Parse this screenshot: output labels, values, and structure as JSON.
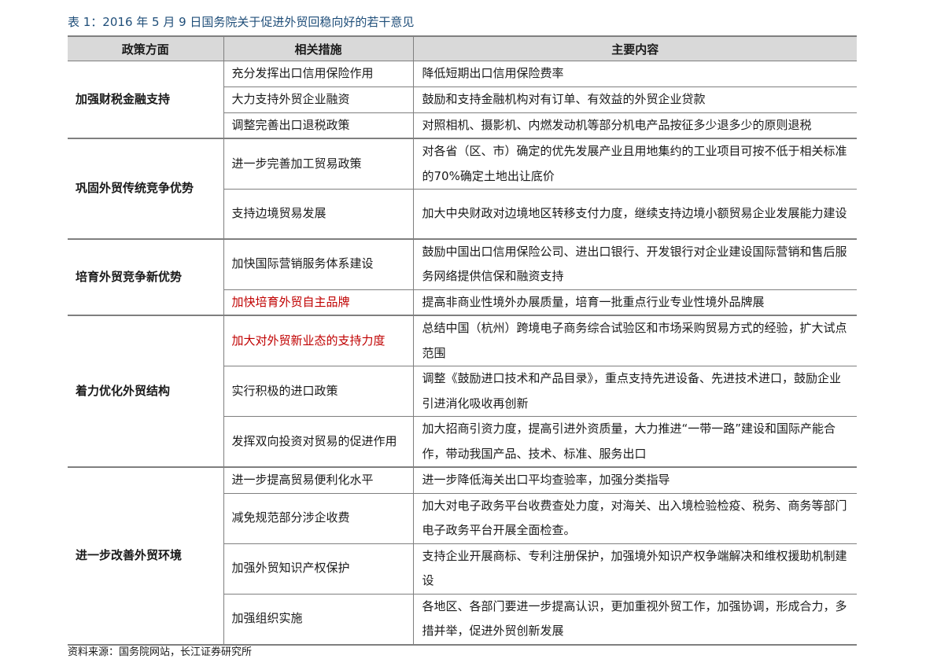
{
  "caption": "表 1：2016 年 5 月 9 日国务院关于促进外贸回稳向好的若干意见",
  "headers": [
    "政策方面",
    "相关措施",
    "主要内容"
  ],
  "groups": [
    {
      "category": "加强财税金融支持",
      "rows": [
        {
          "measure": "充分发挥出口信用保险作用",
          "content": "降低短期出口信用保险费率"
        },
        {
          "measure": "大力支持外贸企业融资",
          "content": "鼓励和支持金融机构对有订单、有效益的外贸企业贷款"
        },
        {
          "measure": "调整完善出口退税政策",
          "content": "对照相机、摄影机、内燃发动机等部分机电产品按征多少退多少的原则退税"
        }
      ]
    },
    {
      "category": "巩固外贸传统竞争优势",
      "rows": [
        {
          "measure": "进一步完善加工贸易政策",
          "content": "对各省（区、市）确定的优先发展产业且用地集约的工业项目可按不低于相关标准的70%确定土地出让底价"
        },
        {
          "measure": "支持边境贸易发展",
          "content": "加大中央财政对边境地区转移支付力度，继续支持边境小额贸易企业发展能力建设"
        }
      ]
    },
    {
      "category": "培育外贸竞争新优势",
      "rows": [
        {
          "measure": "加快国际营销服务体系建设",
          "content": "鼓励中国出口信用保险公司、进出口银行、开发银行对企业建设国际营销和售后服务网络提供信保和融资支持"
        },
        {
          "measure": "加快培育外贸自主品牌",
          "content": "提高非商业性境外办展质量，培育一批重点行业专业性境外品牌展",
          "highlight": true
        }
      ]
    },
    {
      "category": "着力优化外贸结构",
      "rows": [
        {
          "measure": "加大对外贸新业态的支持力度",
          "content": "总结中国（杭州）跨境电子商务综合试验区和市场采购贸易方式的经验，扩大试点范围",
          "highlight": true
        },
        {
          "measure": "实行积极的进口政策",
          "content": "调整《鼓励进口技术和产品目录》，重点支持先进设备、先进技术进口，鼓励企业引进消化吸收再创新"
        },
        {
          "measure": "发挥双向投资对贸易的促进作用",
          "content": "加大招商引资力度，提高引进外资质量，大力推进“一带一路”建设和国际产能合作，带动我国产品、技术、标准、服务出口"
        }
      ]
    },
    {
      "category": "进一步改善外贸环境",
      "rows": [
        {
          "measure": "进一步提高贸易便利化水平",
          "content": "进一步降低海关出口平均查验率，加强分类指导"
        },
        {
          "measure": "减免规范部分涉企收费",
          "content": "加大对电子政务平台收费查处力度，对海关、出入境检验检疫、税务、商务等部门电子政务平台开展全面检查。"
        },
        {
          "measure": "加强外贸知识产权保护",
          "content": "支持企业开展商标、专利注册保护，加强境外知识产权争端解决和维权援助机制建设"
        },
        {
          "measure": "加强组织实施",
          "content": "各地区、各部门要进一步提高认识，更加重视外贸工作，加强协调，形成合力，多措并举，促进外贸创新发展"
        }
      ]
    }
  ],
  "source": "资料来源：国务院网站，长江证券研究所"
}
